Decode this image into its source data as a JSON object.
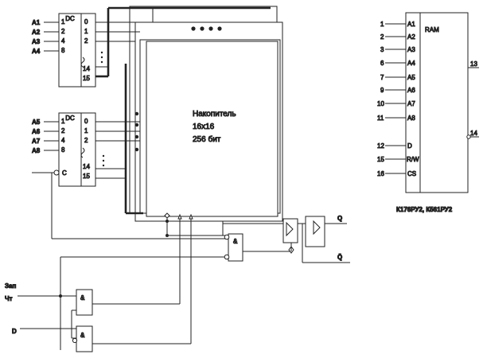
{
  "decoder_top": {
    "title": "DC",
    "inputs": [
      {
        "signal": "A1",
        "pin": "1"
      },
      {
        "signal": "A2",
        "pin": "2"
      },
      {
        "signal": "A3",
        "pin": "4"
      },
      {
        "signal": "A4",
        "pin": "8"
      }
    ],
    "outputs": [
      "0",
      "1",
      "2",
      "14",
      "15"
    ]
  },
  "decoder_bottom": {
    "title": "DC",
    "inputs": [
      {
        "signal": "A5",
        "pin": "1"
      },
      {
        "signal": "A6",
        "pin": "2"
      },
      {
        "signal": "A7",
        "pin": "4"
      },
      {
        "signal": "A8",
        "pin": "8"
      }
    ],
    "enable": "C",
    "outputs": [
      "0",
      "1",
      "2",
      "14",
      "15"
    ]
  },
  "storage": {
    "line1": "Накопитель",
    "line2": "16х16",
    "line3": "256 бит"
  },
  "gates": {
    "and_symbol": "&"
  },
  "outputs": {
    "q": "Q",
    "q_bar": "Q̄"
  },
  "controls": {
    "write": "Зап",
    "read": "Чт",
    "data": "D"
  },
  "chip": {
    "title": "RAM",
    "left_pins": [
      {
        "pin": "1",
        "label": "A1"
      },
      {
        "pin": "2",
        "label": "A2"
      },
      {
        "pin": "3",
        "label": "A3"
      },
      {
        "pin": "6",
        "label": "A4"
      },
      {
        "pin": "7",
        "label": "A5"
      },
      {
        "pin": "9",
        "label": "A6"
      },
      {
        "pin": "10",
        "label": "A7"
      },
      {
        "pin": "11",
        "label": "A8"
      },
      {
        "pin": "12",
        "label": "D"
      },
      {
        "pin": "15",
        "label": "R/W"
      },
      {
        "pin": "16",
        "label": "CS"
      }
    ],
    "right_pins": [
      {
        "pin": "13"
      },
      {
        "pin": "14"
      }
    ],
    "caption": "К176РУ2, К561РУ2"
  }
}
